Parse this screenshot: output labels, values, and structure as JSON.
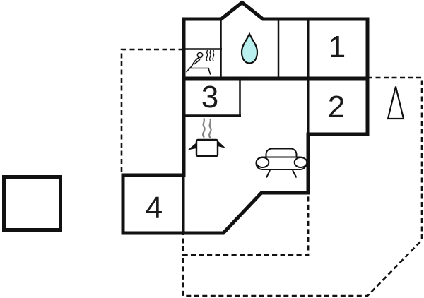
{
  "floor_plan": {
    "type": "holiday-house-floor-plan",
    "rooms": [
      {
        "number": "1"
      },
      {
        "number": "2"
      },
      {
        "number": "3"
      },
      {
        "number": "4"
      }
    ],
    "icons": [
      "sauna-icon",
      "water-drop-icon",
      "stove-pot-icon",
      "sofa-icon",
      "tree-icon"
    ],
    "colors": {
      "wall": "#111111",
      "background": "#ffffff",
      "water_drop": "#b9f0ef",
      "terrace_light": "#eaeaea",
      "terrace_dark": "#b9b9b9",
      "steam": "#808080"
    }
  }
}
